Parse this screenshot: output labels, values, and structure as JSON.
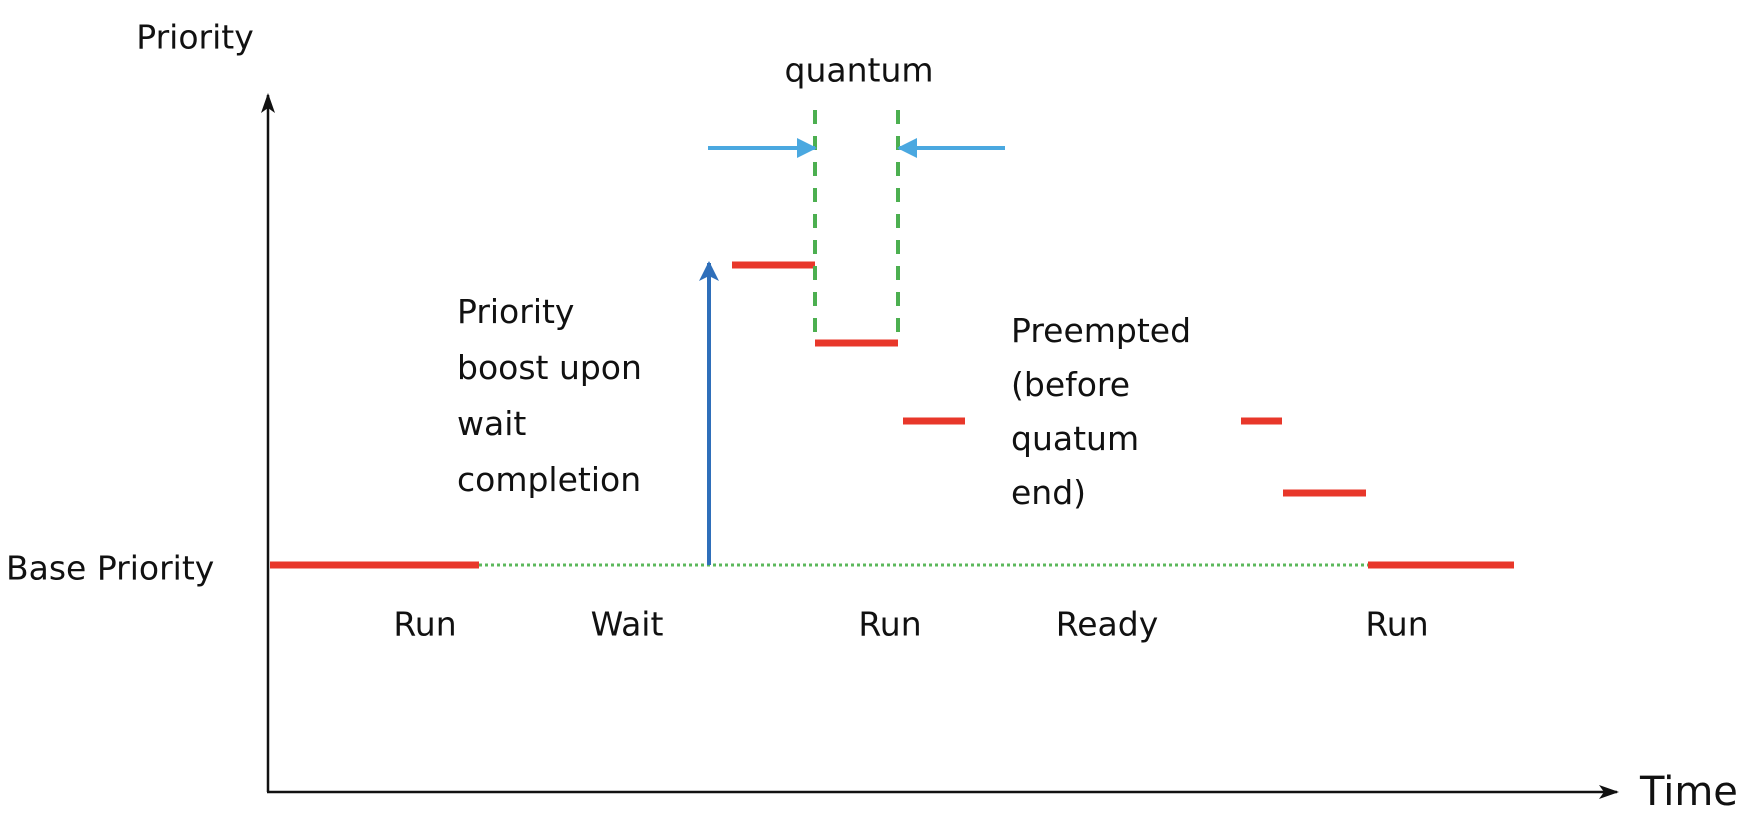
{
  "axes": {
    "y_label": "Priority",
    "x_label": "Time",
    "base_label": "Base Priority"
  },
  "quantum_label": "quantum",
  "annotations": {
    "boost": [
      "Priority",
      "boost upon",
      "wait",
      "completion"
    ],
    "preempted": [
      "Preempted",
      "(before",
      "quatum",
      "end)"
    ]
  },
  "states": [
    "Run",
    "Wait",
    "Run",
    "Ready",
    "Run"
  ],
  "colors": {
    "priority_line": "#e8372a",
    "quantum_marker": "#4caf50",
    "quantum_arrow": "#4aa8e0",
    "boost_arrow": "#2f6fba",
    "baseline": "#5cb85c"
  }
}
